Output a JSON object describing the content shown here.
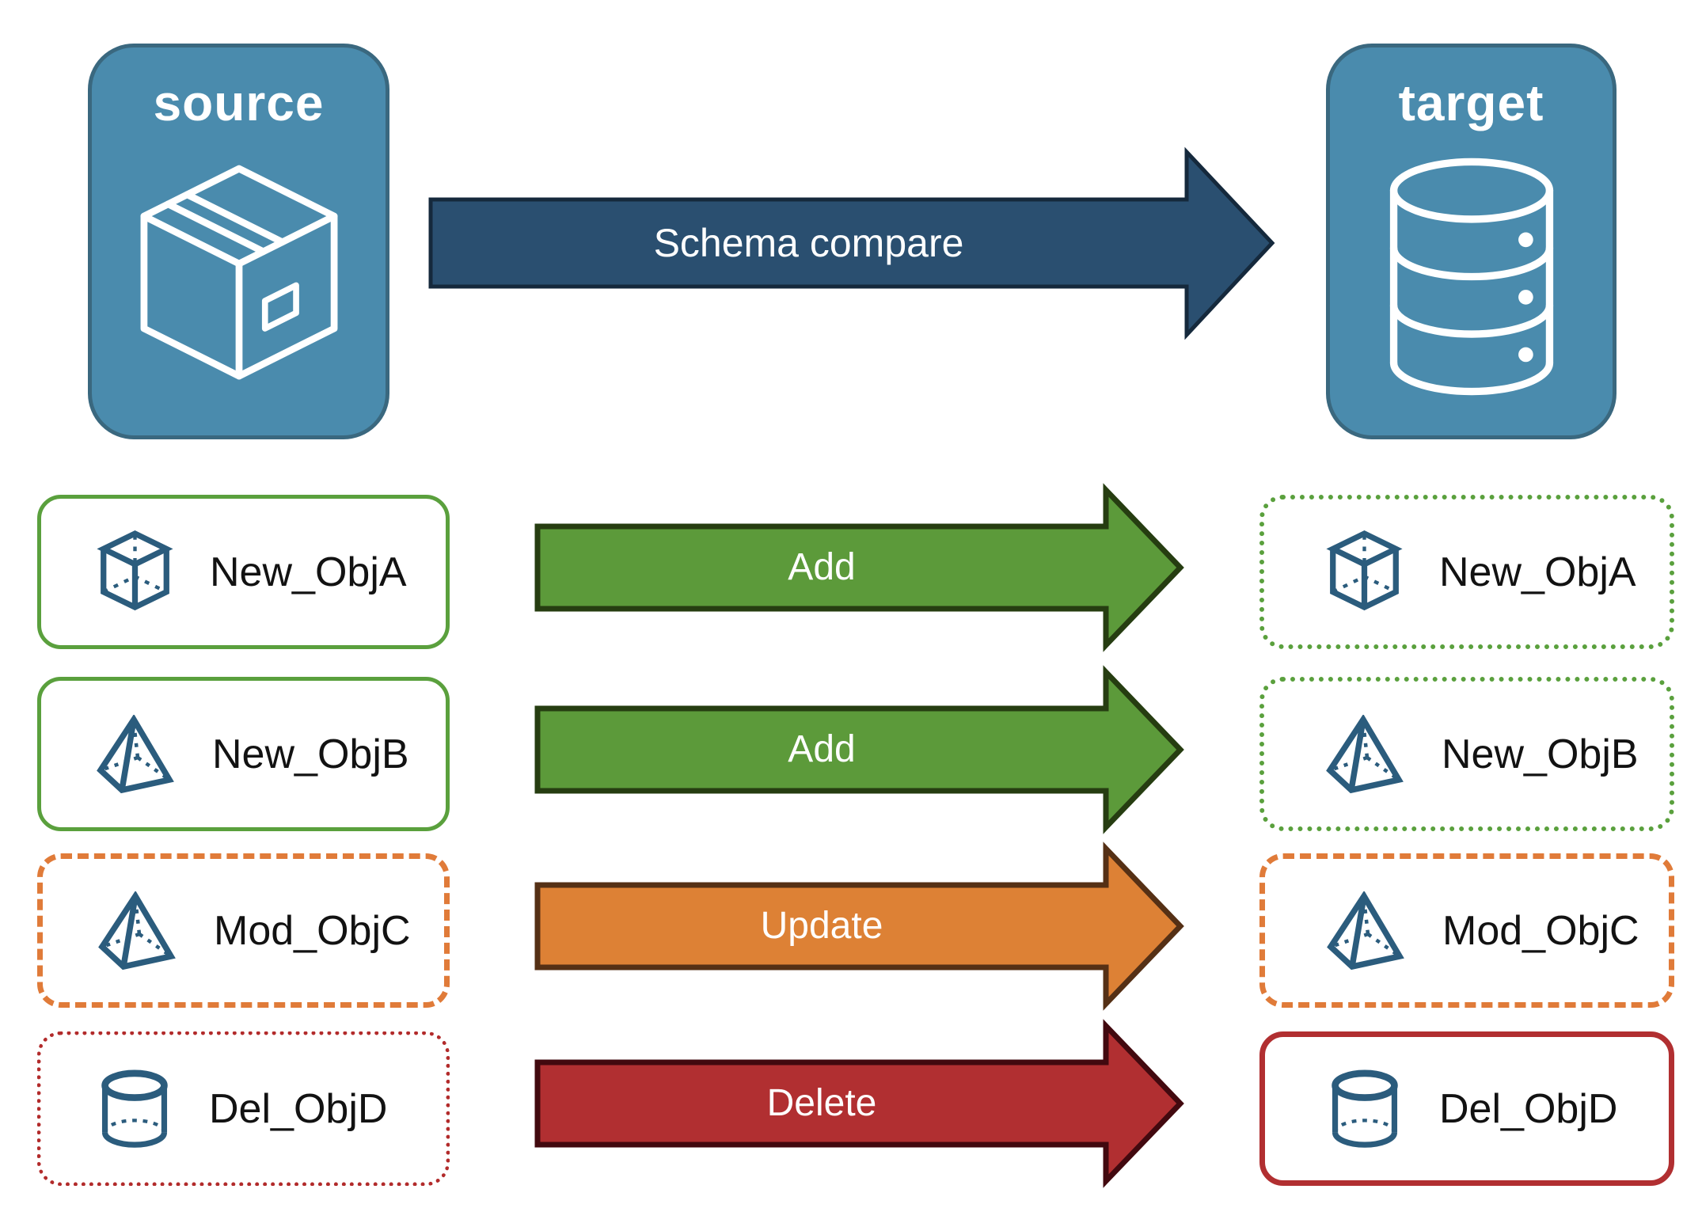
{
  "diagram": {
    "source_panel": {
      "title": "source",
      "icon": "package-icon"
    },
    "target_panel": {
      "title": "target",
      "icon": "database-icon"
    },
    "compare_arrow": {
      "label": "Schema compare"
    },
    "rows": [
      {
        "name": "New_ObjA",
        "icon": "cube-icon",
        "action": "Add",
        "source_box_style": "solid-green",
        "target_box_style": "dotted-green"
      },
      {
        "name": "New_ObjB",
        "icon": "pyramid-icon",
        "action": "Add",
        "source_box_style": "solid-green",
        "target_box_style": "dotted-green"
      },
      {
        "name": "Mod_ObjC",
        "icon": "pyramid-icon",
        "action": "Update",
        "source_box_style": "dashed-orange",
        "target_box_style": "dashed-orange"
      },
      {
        "name": "Del_ObjD",
        "icon": "cylinder-icon",
        "action": "Delete",
        "source_box_style": "dotted-red",
        "target_box_style": "solid-red"
      }
    ],
    "colors": {
      "panel_fill": "#4a8bad",
      "panel_border": "#3a687f",
      "compare_arrow_fill": "#2a4f70",
      "compare_arrow_outline": "#15293c",
      "add_arrow_fill": "#5c9a3a",
      "add_arrow_outline": "#263d11",
      "update_arrow_fill": "#dd8135",
      "update_arrow_outline": "#553015",
      "delete_arrow_fill": "#b12f31",
      "delete_arrow_outline": "#42090f",
      "green_border": "#5aa03d",
      "orange_border": "#e07b39",
      "red_border": "#b22b2b",
      "object_icon_stroke": "#2b5c7d",
      "object_label_text": "#121212",
      "arrow_label_text": "#ffffff"
    }
  }
}
